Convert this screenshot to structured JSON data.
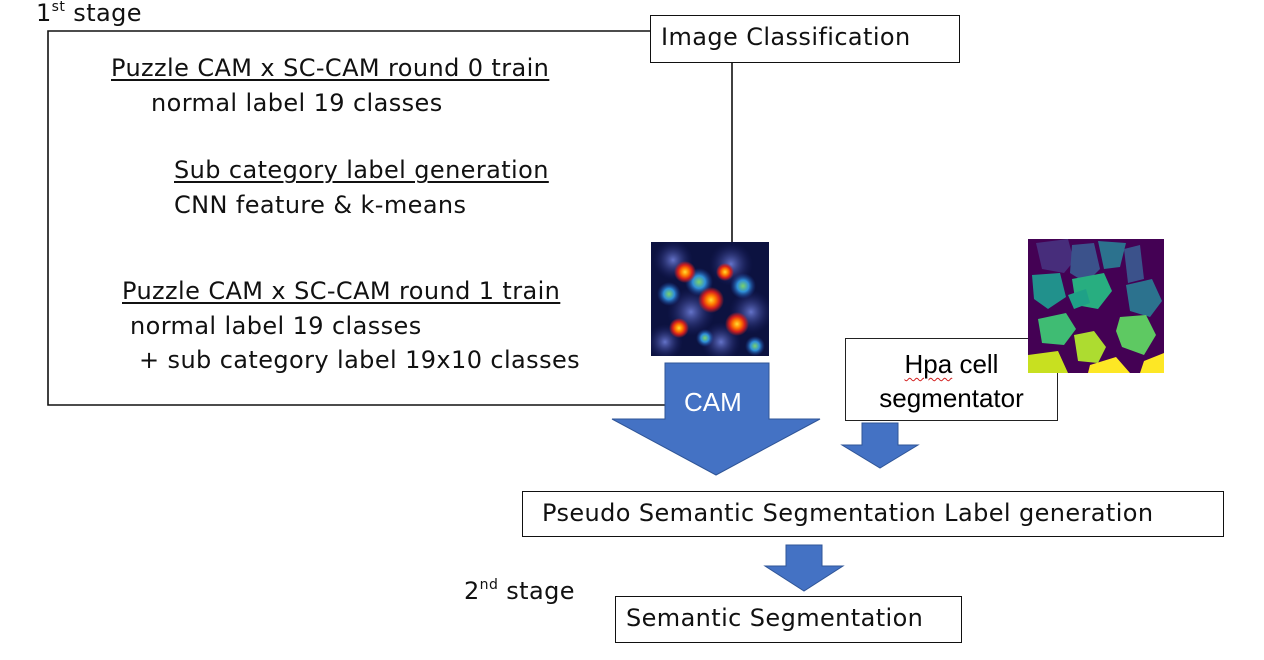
{
  "stage1": {
    "num": "1",
    "sup": "st",
    "label": " stage"
  },
  "stage2": {
    "num": "2",
    "sup": "nd",
    "label": " stage"
  },
  "nodes": {
    "image_classification": "Image Classification",
    "round0_title": "Puzzle CAM x SC-CAM round 0 train",
    "round0_detail": "normal label 19 classes",
    "subcat_title": "Sub category label generation",
    "subcat_detail": "CNN feature & k-means",
    "round1_title": "Puzzle CAM x SC-CAM round 1 train",
    "round1_detail1": "normal label  19 classes",
    "round1_detail2": "+ sub category label  19x10 classes",
    "cam": "CAM",
    "hpa_line1": "Hpa",
    "hpa_line1_rest": " cell",
    "hpa_line2": "segmentator",
    "pseudo_label": "Pseudo Semantic Segmentation  Label generation",
    "semantic_seg": "Semantic Segmentation"
  },
  "colors": {
    "arrow": "#4472c4",
    "line": "#111111"
  }
}
